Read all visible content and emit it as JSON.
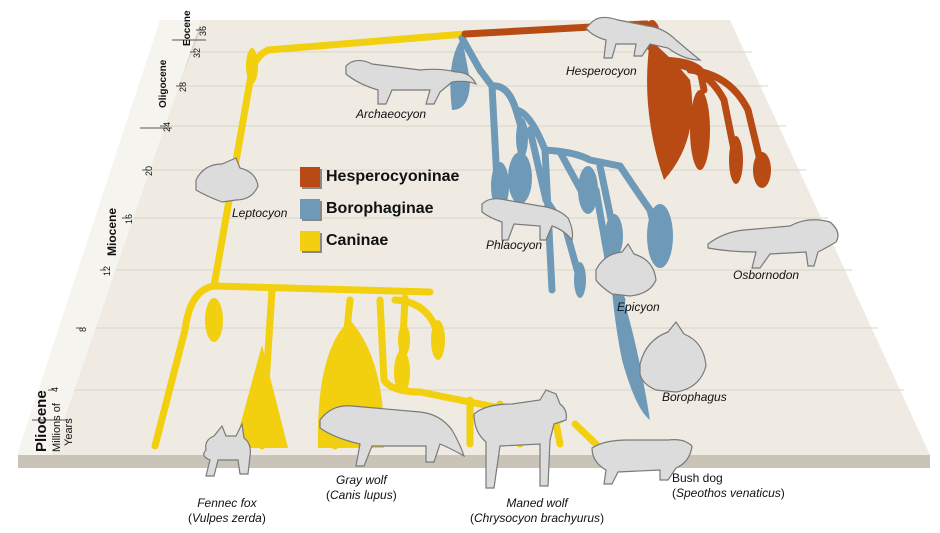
{
  "timescale": {
    "epochs": [
      "Eocene",
      "Oligocene",
      "Miocene",
      "Pliocene"
    ],
    "ticks": [
      "36",
      "32",
      "28",
      "24",
      "20",
      "16",
      "12",
      "8",
      "4"
    ],
    "unit_label_line1": "Millions of",
    "unit_label_line2": "Years"
  },
  "legend": [
    {
      "label": "Hesperocyoninae",
      "color": "#b84a14"
    },
    {
      "label": "Borophaginae",
      "color": "#6e9ab8"
    },
    {
      "label": "Caninae",
      "color": "#f2cf0f"
    }
  ],
  "genus_labels": {
    "hesperocyon": "Hesperocyon",
    "archaeocyon": "Archaeocyon",
    "leptocyon": "Leptocyon",
    "phlaocyon": "Phlaocyon",
    "osbornodon": "Osbornodon",
    "epicyon": "Epicyon",
    "borophagus": "Borophagus"
  },
  "species_labels": {
    "fennec_common": "Fennec fox",
    "fennec_sci": "Vulpes zerda",
    "graywolf_common": "Gray wolf",
    "graywolf_sci": "Canis lupus",
    "manedwolf_common": "Maned wolf",
    "manedwolf_sci": "Chrysocyon brachyurus",
    "bushdog_common": "Bush dog",
    "bushdog_sci": "Speothos venaticus"
  },
  "colors": {
    "board_top": "#efebe3",
    "board_front": "#c9c3b8",
    "board_left": "#dcd6cc",
    "grid": "#d9d4ca",
    "scale_panel": "#f6f4ef",
    "animal_fill": "#dcdcdc",
    "animal_stroke": "#7a7a7a"
  }
}
